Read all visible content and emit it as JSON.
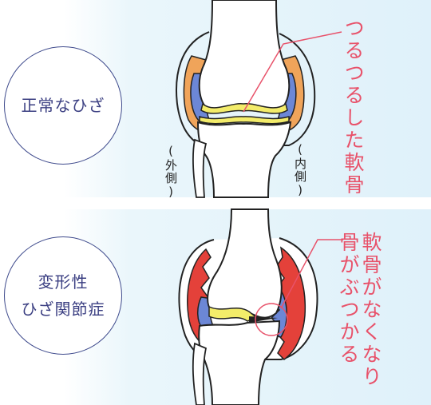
{
  "labels": {
    "normal_line1": "正常なひざ",
    "oa_line1": "変形性",
    "oa_line2": "ひざ関節症"
  },
  "annotations": {
    "smooth_cartilage": "つるつるした軟骨",
    "oa_note_line1": "軟骨がなくなり",
    "oa_note_line2": "骨がぶつかる"
  },
  "sides": {
    "outer": "外側",
    "inner": "内側",
    "paren_open": "(",
    "paren_close": ")"
  },
  "colors": {
    "accent_text": "#e8526a",
    "outline": "#3e4a8c",
    "cartilage_yellow": "#f3ec6a",
    "meniscus_blue": "#6c87d6",
    "fluid_orange": "#f0a45a",
    "inflamed_red": "#e4413a"
  }
}
